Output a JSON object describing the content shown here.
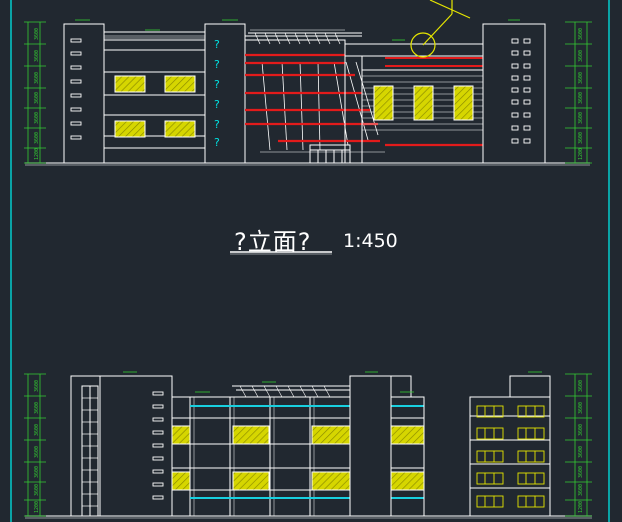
{
  "drawing": {
    "view_title": "?立面?",
    "scale": "1:450",
    "vertical_sign": [
      "?",
      "?",
      "?",
      "?",
      "?",
      "?"
    ],
    "colors": {
      "background": "#212830",
      "frame": "#00d8d8",
      "lines": "#ffffff",
      "dims": "#33cc33",
      "red_bands": "#e21b1b",
      "glazing_fill": "#d6d600",
      "cyan_bands": "#18d0e0",
      "accent_yellow": "#e6e600",
      "sign_cyan": "#00e0e0"
    },
    "dimension_labels_left_top": [
      "3600",
      "3600",
      "3600",
      "3600",
      "3600",
      "3600",
      "1200"
    ],
    "dimension_labels_right_top": [
      "3600",
      "3600",
      "3600",
      "3600",
      "3600",
      "3600",
      "1200"
    ],
    "dimension_labels_left_bottom": [
      "3600",
      "3600",
      "3600",
      "3600",
      "3600",
      "3600",
      "1200"
    ],
    "dimension_labels_right_bottom": [
      "3600",
      "3600",
      "3600",
      "3600",
      "3600",
      "3600",
      "1200"
    ]
  }
}
